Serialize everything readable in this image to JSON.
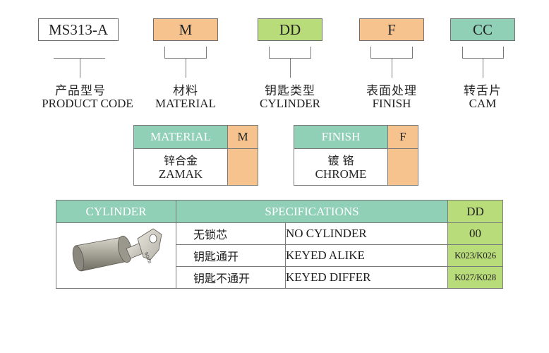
{
  "code_segments": [
    {
      "code": "MS313-A",
      "label_cn": "产品型号",
      "label_en": "PRODUCT CODE",
      "color": "#ffffff"
    },
    {
      "code": "M",
      "label_cn": "材料",
      "label_en": "MATERIAL",
      "color": "#f6c38e"
    },
    {
      "code": "DD",
      "label_cn": "钥匙类型",
      "label_en": "CYLINDER",
      "color": "#b9dc7a"
    },
    {
      "code": "F",
      "label_cn": "表面处理",
      "label_en": "FINISH",
      "color": "#f6c38e"
    },
    {
      "code": "CC",
      "label_cn": "转舌片",
      "label_en": "CAM",
      "color": "#8fd0b6"
    }
  ],
  "material_table": {
    "header": "MATERIAL",
    "code": "M",
    "rows": [
      {
        "cn": "锌合金",
        "en": "ZAMAK",
        "value": ""
      }
    ]
  },
  "finish_table": {
    "header": "FINISH",
    "code": "F",
    "rows": [
      {
        "cn": "镀 铬",
        "en": "CHROME",
        "value": ""
      }
    ]
  },
  "cylinder_table": {
    "header_cylinder": "CYLINDER",
    "header_specs": "SPECIFICATIONS",
    "header_code": "DD",
    "image": "cylinder-with-key",
    "rows": [
      {
        "cn": "无锁芯",
        "en": "NO CYLINDER",
        "code": "00"
      },
      {
        "cn": "钥匙通开",
        "en": "KEYED ALIKE",
        "code": "K023/K026"
      },
      {
        "cn": "钥匙不通开",
        "en": "KEYED DIFFER",
        "code": "K027/K028"
      }
    ]
  },
  "colors": {
    "orange": "#f6c38e",
    "green": "#b9dc7a",
    "teal": "#8fd0b6"
  }
}
